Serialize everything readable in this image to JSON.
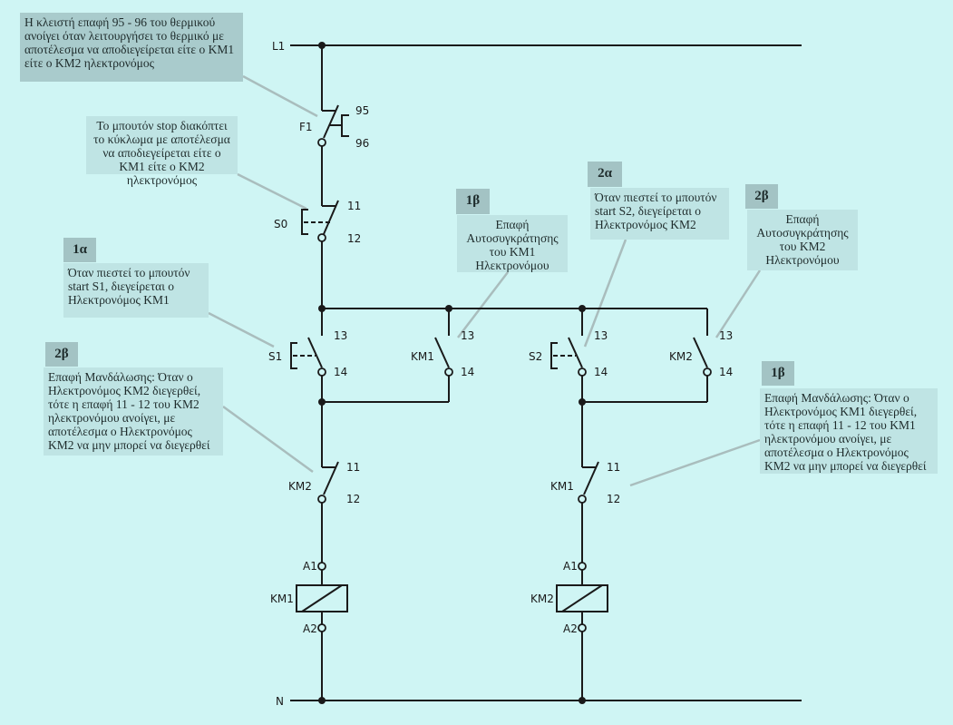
{
  "labels": {
    "L1": "L1",
    "N": "N",
    "F1": "F1",
    "F1_top": "95",
    "F1_bot": "96",
    "S0": "S0",
    "S0_top": "11",
    "S0_bot": "12",
    "S1": "S1",
    "KM1_aux": "KM1",
    "S2": "S2",
    "KM2_aux": "KM2",
    "no_top": "13",
    "no_bot": "14",
    "KM2_nc": "KM2",
    "KM1_nc": "KM1",
    "nc_top": "11",
    "nc_bot": "12",
    "coil1": "KM1",
    "coil2": "KM2",
    "A1": "A1",
    "A2": "A2"
  },
  "notes": {
    "thermal": "Η κλειστή επαφή 95 - 96 του θερμικού ανοίγει όταν λειτουργήσει το θερμικό με αποτέλεσμα να αποδιεγείρεται είτε ο KM1 είτε ο KM2 ηλεκτρονόμος",
    "stop": "Το μπουτόν stop διακόπτει το κύκλωμα με αποτέλεσμα να αποδιεγείρεται είτε ο KM1 είτε ο KM2 ηλεκτρονόμος",
    "n1a_tag": "1α",
    "n1a": "Όταν πιεστεί το μπουτόν start S1, διεγείρεται ο Ηλεκτρονόμος KM1",
    "n2b_left_tag": "2β",
    "n2b_left": "Επαφή Μανδάλωσης: Όταν ο Ηλεκτρονόμος KM2 διεγερθεί, τότε η επαφή 11 - 12 του KM2 ηλεκτρονόμου ανοίγει, με αποτέλεσμα ο Ηλεκτρονόμος KM2 να μην μπορεί να διεγερθεί",
    "n1b_top_tag": "1β",
    "n1b_top": "Επαφή Αυτοσυγκράτησης του KM1 Ηλεκτρονόμου",
    "n2a_tag": "2α",
    "n2a": "Όταν πιεστεί το μπουτόν start S2, διεγείρεται ο Ηλεκτρονόμος KM2",
    "n2b_top_tag": "2β",
    "n2b_top": "Επαφή Αυτοσυγκράτησης του KM2 Ηλεκτρονόμου",
    "n1b_right_tag": "1β",
    "n1b_right": "Επαφή Μανδάλωσης: Όταν ο Ηλεκτρονόμος KM1 διεγερθεί, τότε η επαφή 11 - 12 του KM1 ηλεκτρονόμου ανοίγει, με αποτέλεσμα ο Ηλεκτρονόμος KM2 να μην μπορεί να διεγερθεί"
  }
}
